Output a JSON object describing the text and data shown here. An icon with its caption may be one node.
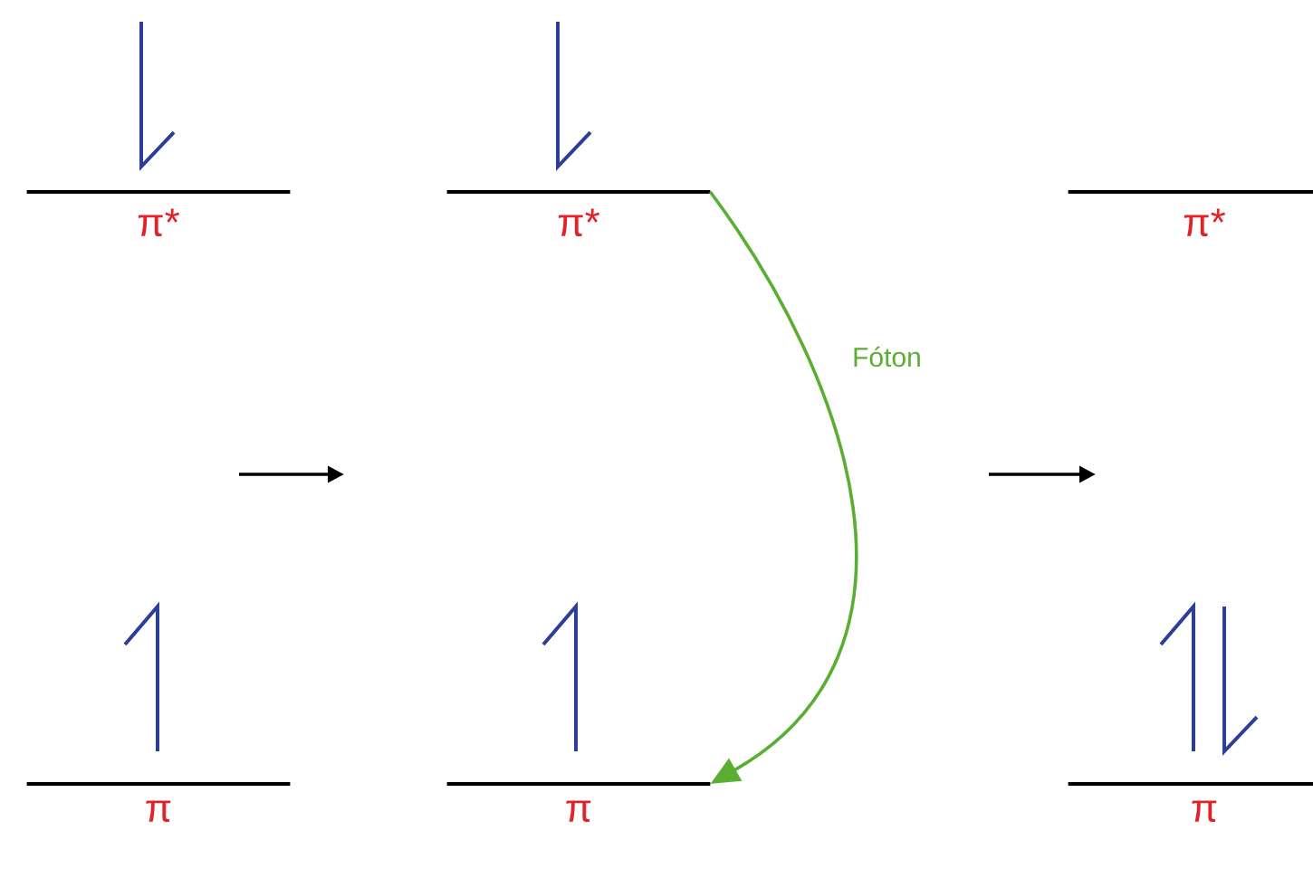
{
  "diagram": {
    "nodes": [
      {
        "text": [
          "π*"
        ]
      },
      {
        "text": [
          "π"
        ]
      },
      {
        "text": [
          "π*"
        ]
      },
      {
        "text": [
          "π"
        ]
      },
      {
        "text": [
          "π*"
        ]
      },
      {
        "text": [
          "π"
        ]
      }
    ],
    "edges": [
      {
        "from": 2,
        "to": 3,
        "arrow": "to",
        "label": "Fóton"
      }
    ]
  }
}
